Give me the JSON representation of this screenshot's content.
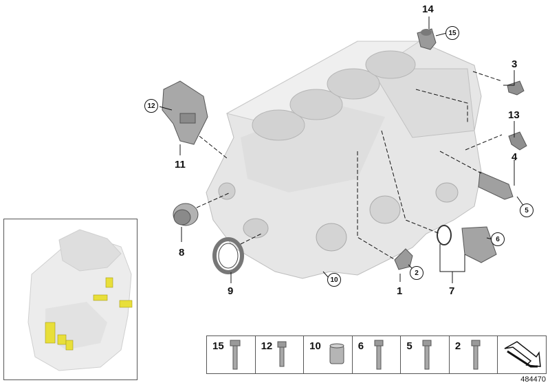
{
  "diagram": {
    "callouts_plain": [
      "14",
      "3",
      "13",
      "4",
      "11",
      "8",
      "9",
      "1",
      "7"
    ],
    "callouts_circled": [
      "15",
      "12",
      "5",
      "6",
      "2",
      "10"
    ]
  },
  "legend": {
    "items": [
      "15",
      "12",
      "10",
      "6",
      "5",
      "2"
    ]
  },
  "footer": {
    "diagram_number": "484470"
  },
  "colors": {
    "block": "#e6e6e6",
    "block_shade": "#cfcfcf",
    "part": "#9a9a9a",
    "highlight": "#e8df3a",
    "line": "#111111"
  }
}
